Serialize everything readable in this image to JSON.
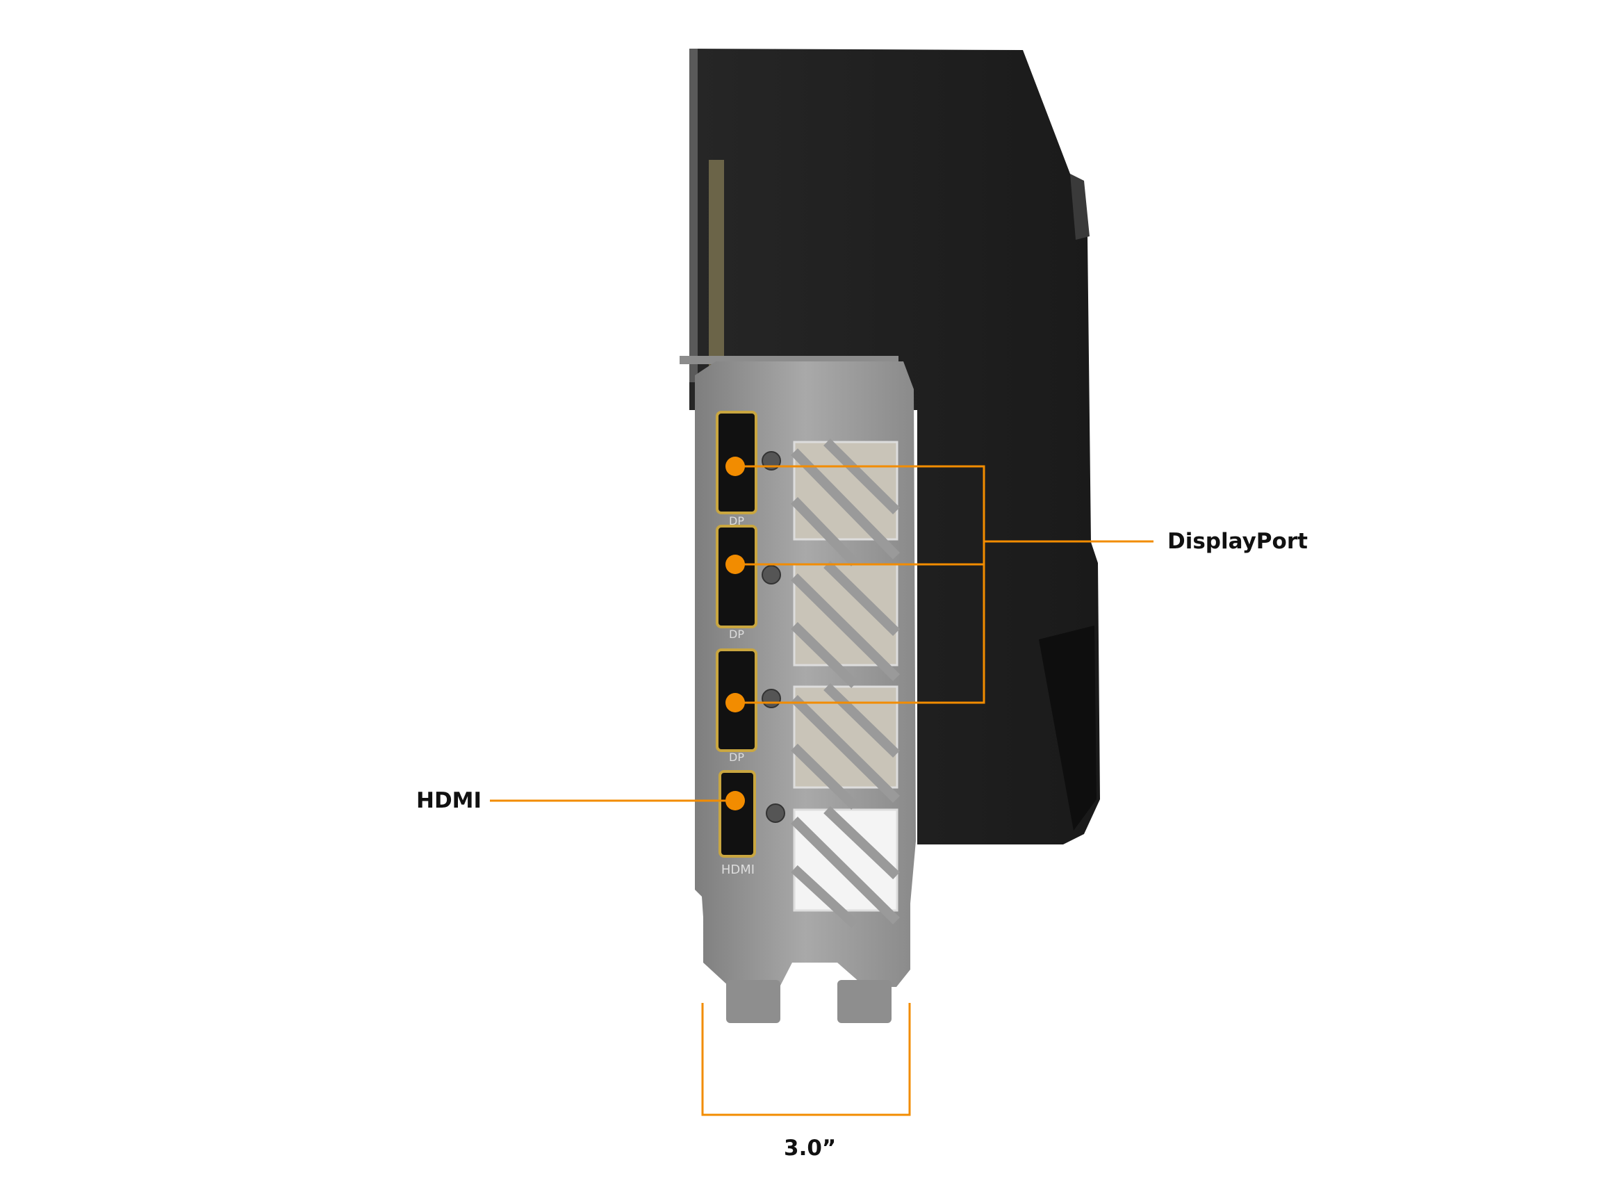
{
  "callouts": {
    "displayport": "DisplayPort",
    "hdmi": "HDMI",
    "width_dimension": "3.0”"
  },
  "port_markings": {
    "dp": "DP",
    "hdmi": "HDMI"
  },
  "colors": {
    "accent": "#f28c00",
    "card_body": "#1c1c1c",
    "bracket": "#9a9a9a",
    "port_gold": "#c9a640"
  }
}
